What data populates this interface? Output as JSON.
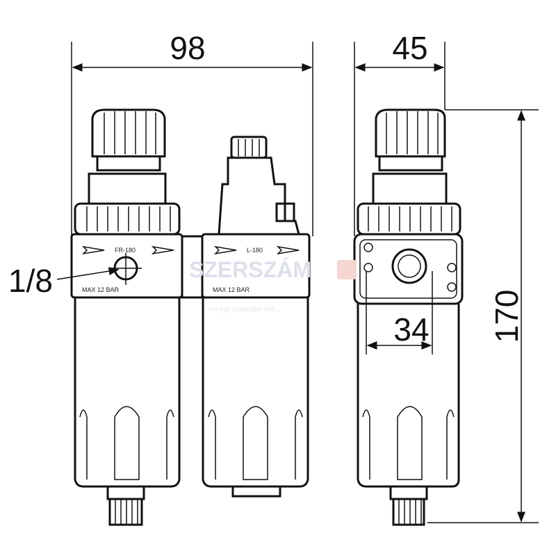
{
  "dimensions": {
    "width": "98",
    "depth": "45",
    "height": "170",
    "mount_spacing": "34",
    "port": "1/8"
  },
  "labels": {
    "regulator_model": "FR-180",
    "lubricator_model": "L-180",
    "max_pressure_left": "MAX 12 BAR",
    "max_pressure_right": "MAX 12 BAR"
  },
  "watermark": {
    "brand": "SZERSZÁM",
    "slogan": "Ha egy szerszám kell..."
  }
}
